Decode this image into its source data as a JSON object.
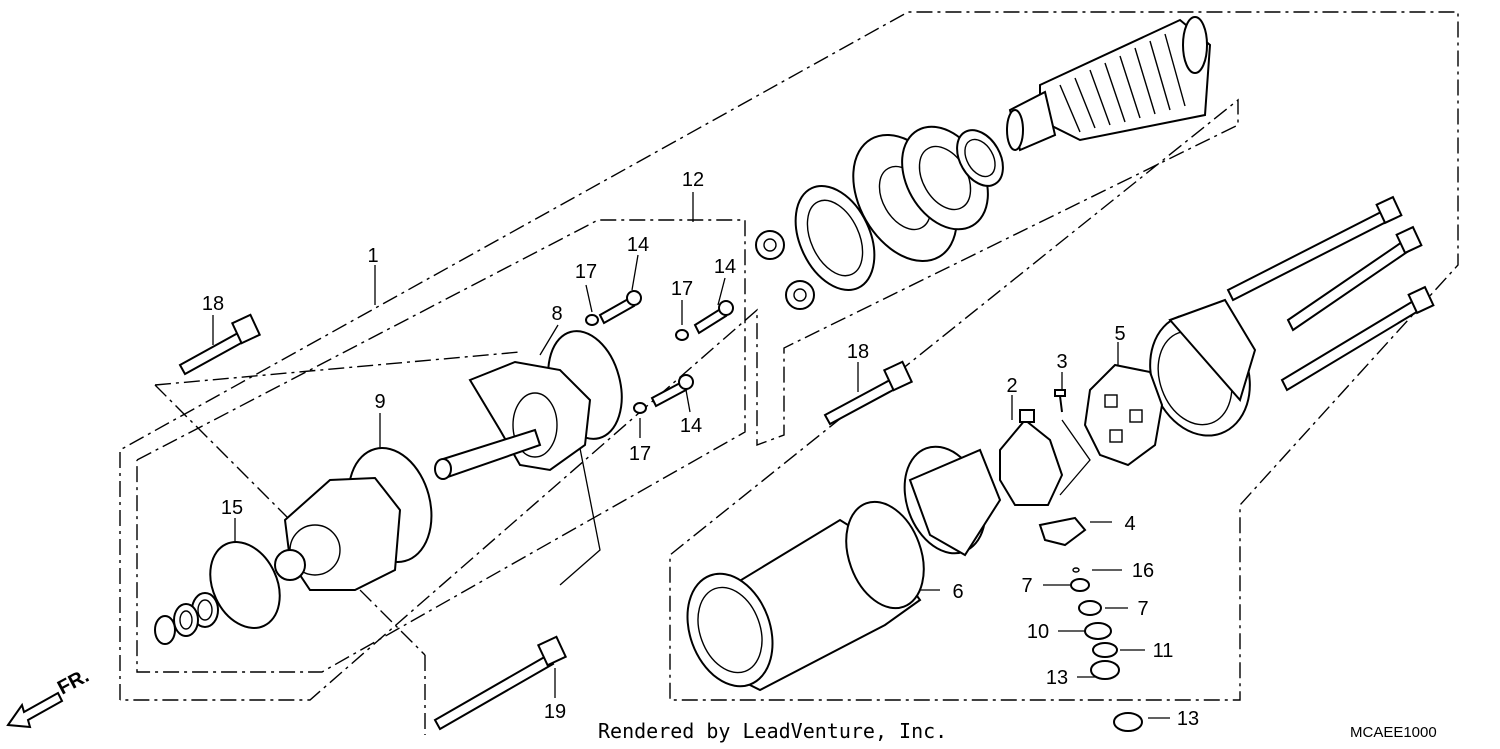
{
  "callouts": {
    "c1": "1",
    "c2": "2",
    "c3": "3",
    "c4": "4",
    "c5": "5",
    "c6": "6",
    "c7a": "7",
    "c7b": "7",
    "c8": "8",
    "c9": "9",
    "c10": "10",
    "c11": "11",
    "c12": "12",
    "c13a": "13",
    "c13b": "13",
    "c14a": "14",
    "c14b": "14",
    "c14c": "14",
    "c15": "15",
    "c16": "16",
    "c17a": "17",
    "c17b": "17",
    "c17c": "17",
    "c18a": "18",
    "c18b": "18",
    "c19": "19"
  },
  "footer": {
    "rendered_by": "Rendered by LeadVenture, Inc.",
    "diagram_code": "MCAEE1000"
  },
  "direction": {
    "label": "FR."
  }
}
